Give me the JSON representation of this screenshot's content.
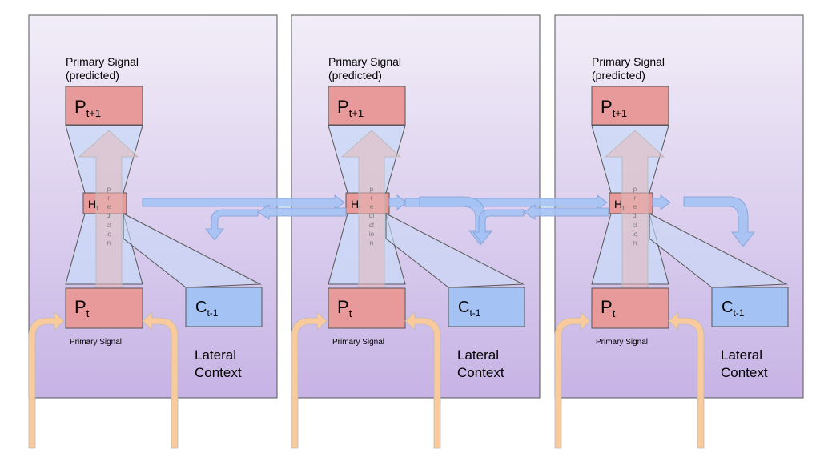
{
  "units": [
    {
      "title_line1": "Primary Signal",
      "title_line2": "(predicted)",
      "out_base": "P",
      "out_sub": "t+1",
      "hidden_base": "H",
      "hidden_sub": "t",
      "in_base": "P",
      "in_sub": "t",
      "ctx_base": "C",
      "ctx_sub": "t-1",
      "in_caption": "Primary Signal",
      "lateral_line1": "Lateral",
      "lateral_line2": "Context",
      "arrow_letters": [
        "p",
        "r",
        "e",
        "di",
        "ct",
        "io",
        "n"
      ]
    },
    {
      "title_line1": "Primary Signal",
      "title_line2": "(predicted)",
      "out_base": "P",
      "out_sub": "t+1",
      "hidden_base": "H",
      "hidden_sub": "t",
      "in_base": "P",
      "in_sub": "t",
      "ctx_base": "C",
      "ctx_sub": "t-1",
      "in_caption": "Primary Signal",
      "lateral_line1": "Lateral",
      "lateral_line2": "Context",
      "arrow_letters": [
        "p",
        "r",
        "e",
        "di",
        "ct",
        "io",
        "n"
      ]
    },
    {
      "title_line1": "Primary Signal",
      "title_line2": "(predicted)",
      "out_base": "P",
      "out_sub": "t+1",
      "hidden_base": "H",
      "hidden_sub": "t",
      "in_base": "P",
      "in_sub": "t",
      "ctx_base": "C",
      "ctx_sub": "t-1",
      "in_caption": "Primary Signal",
      "lateral_line1": "Lateral",
      "lateral_line2": "Context",
      "arrow_letters": [
        "p",
        "r",
        "e",
        "di",
        "ct",
        "io",
        "n"
      ]
    }
  ],
  "colors": {
    "panel_top": "#f1ecf7",
    "panel_bottom": "#c9b5e6",
    "panel_border": "#555555",
    "node_red": "#e8999a",
    "node_blue": "#a4c2f4",
    "trapezoid": "#c9daf8",
    "arrow_pink": "#e6b8b8",
    "lateral_arrow": "#a4c2f4",
    "input_arrow": "#f9cb9c"
  }
}
